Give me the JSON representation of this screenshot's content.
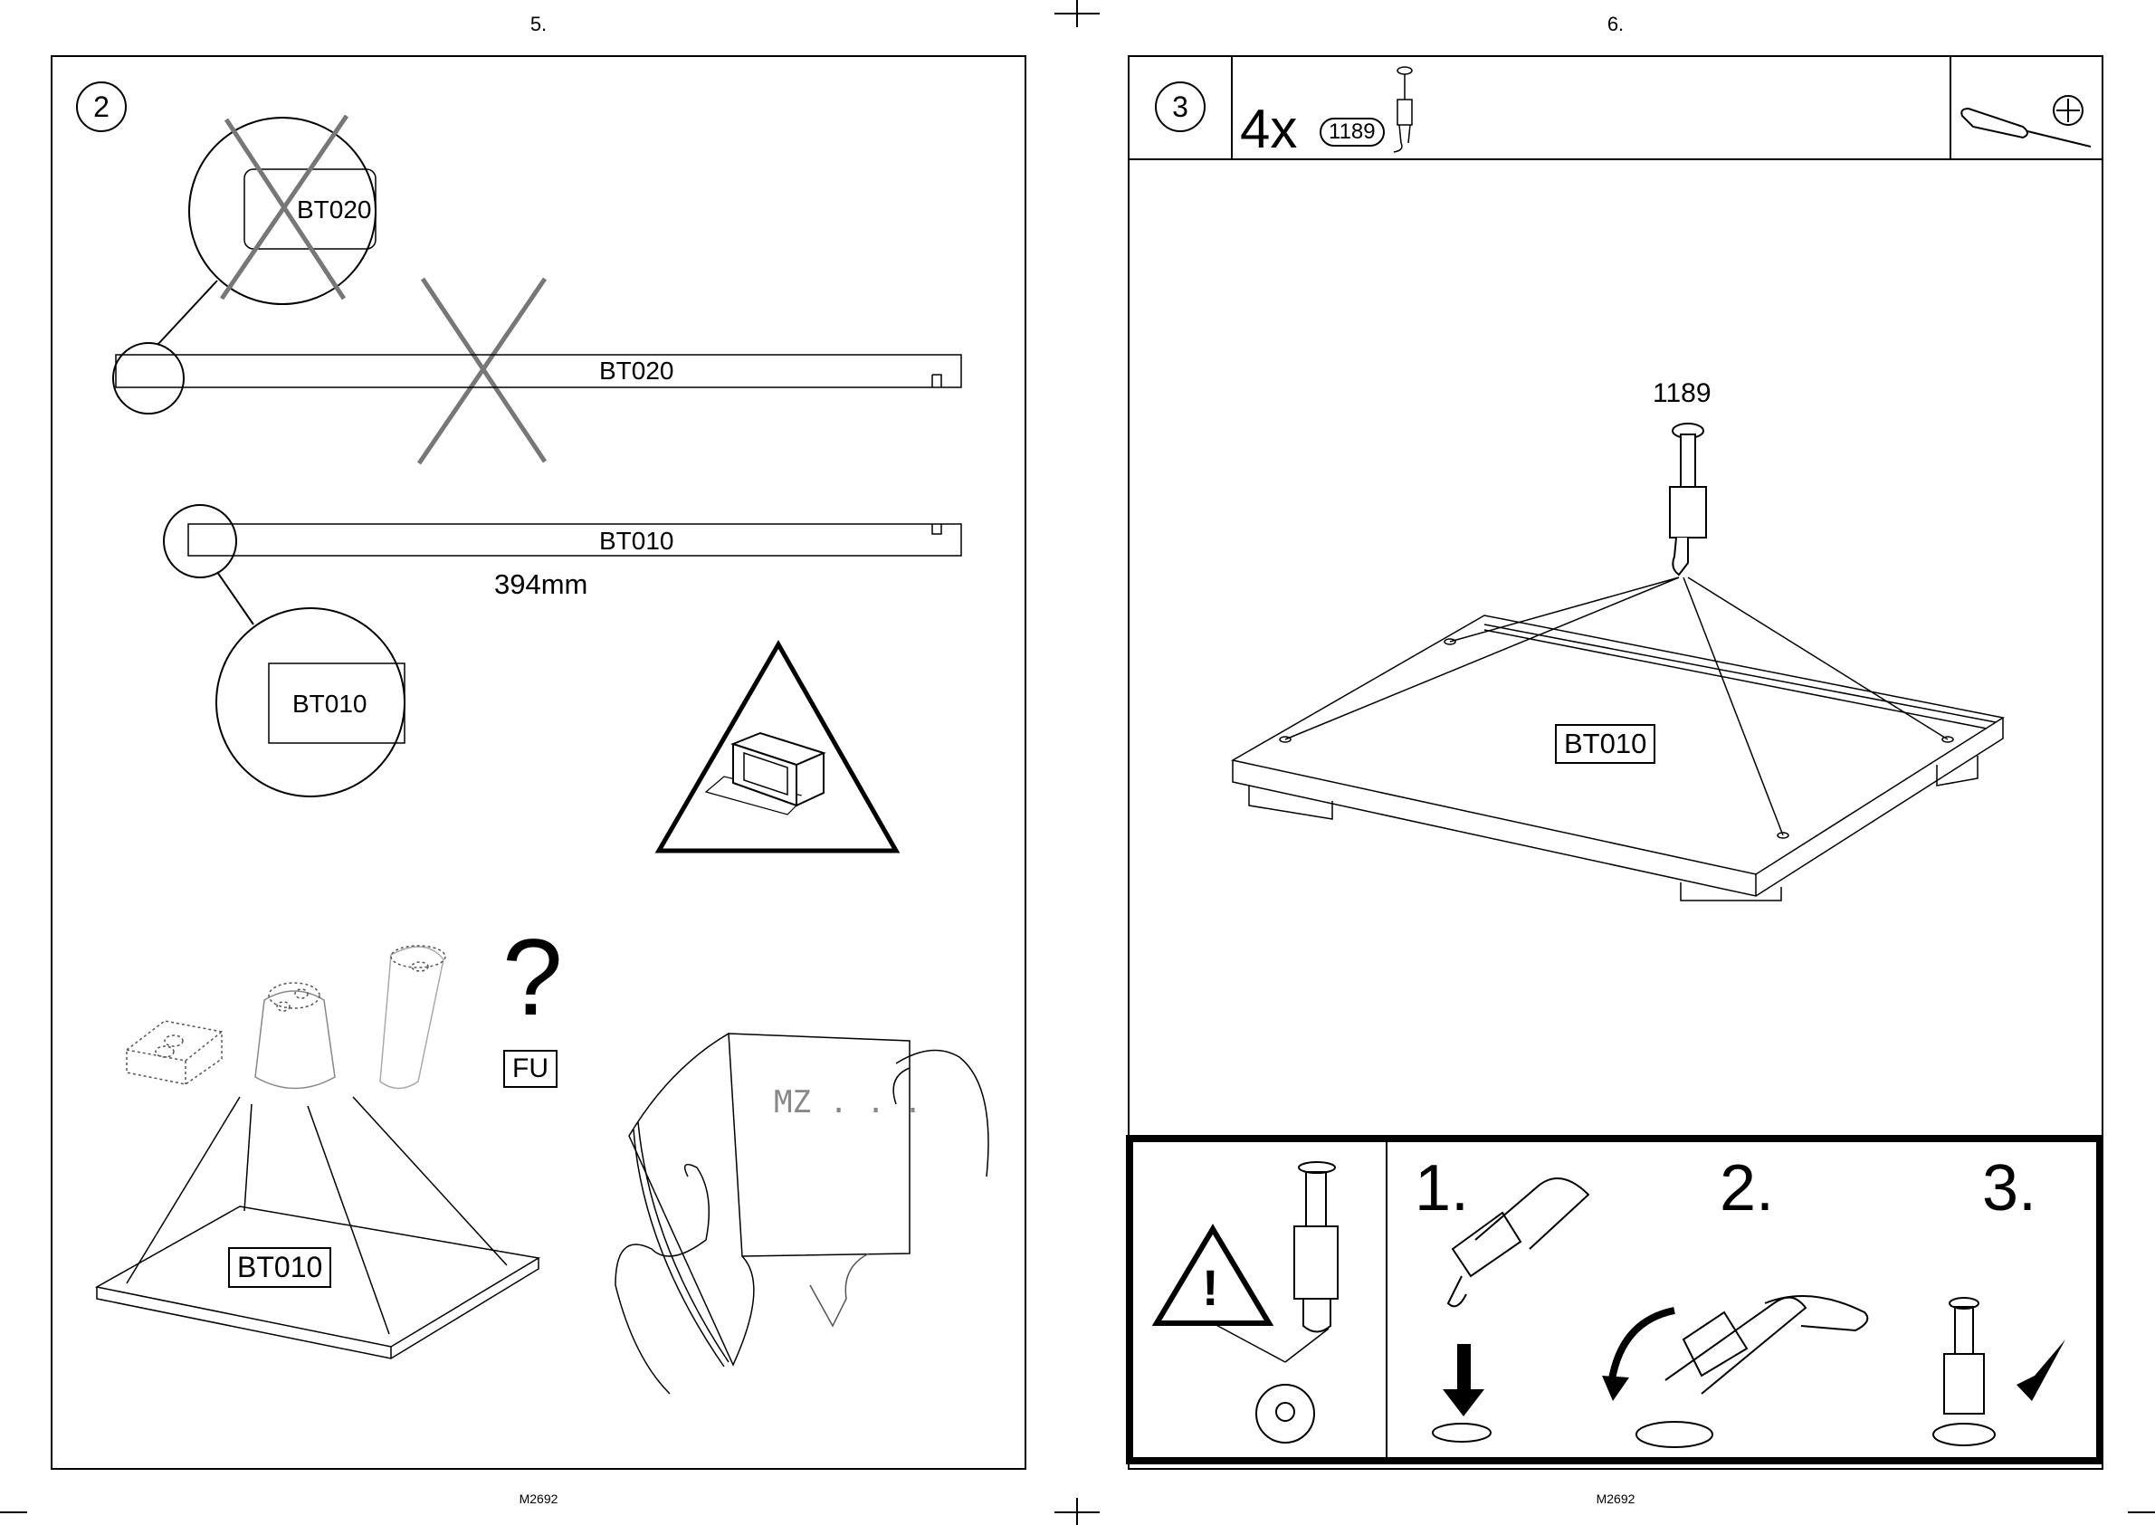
{
  "left_page": {
    "page_number": "5.",
    "footer_code": "M2692",
    "step_number": "2",
    "labels": {
      "bt020_detail": "BT020",
      "bt020_panel": "BT020",
      "bt010_panel": "BT010",
      "dimension": "394mm",
      "bt010_detail": "BT010",
      "fu_box": "FU",
      "question_mark": "?",
      "bt010_box": "BT010",
      "manual_text": "MZ . . ."
    }
  },
  "right_page": {
    "page_number": "6.",
    "footer_code": "M2692",
    "step_number": "3",
    "quantity": "4x",
    "part_code_badge": "1189",
    "part_code_label": "1189",
    "panel_label": "BT010",
    "sub_steps": [
      "1.",
      "2.",
      "3."
    ],
    "warning_symbol": "!"
  }
}
